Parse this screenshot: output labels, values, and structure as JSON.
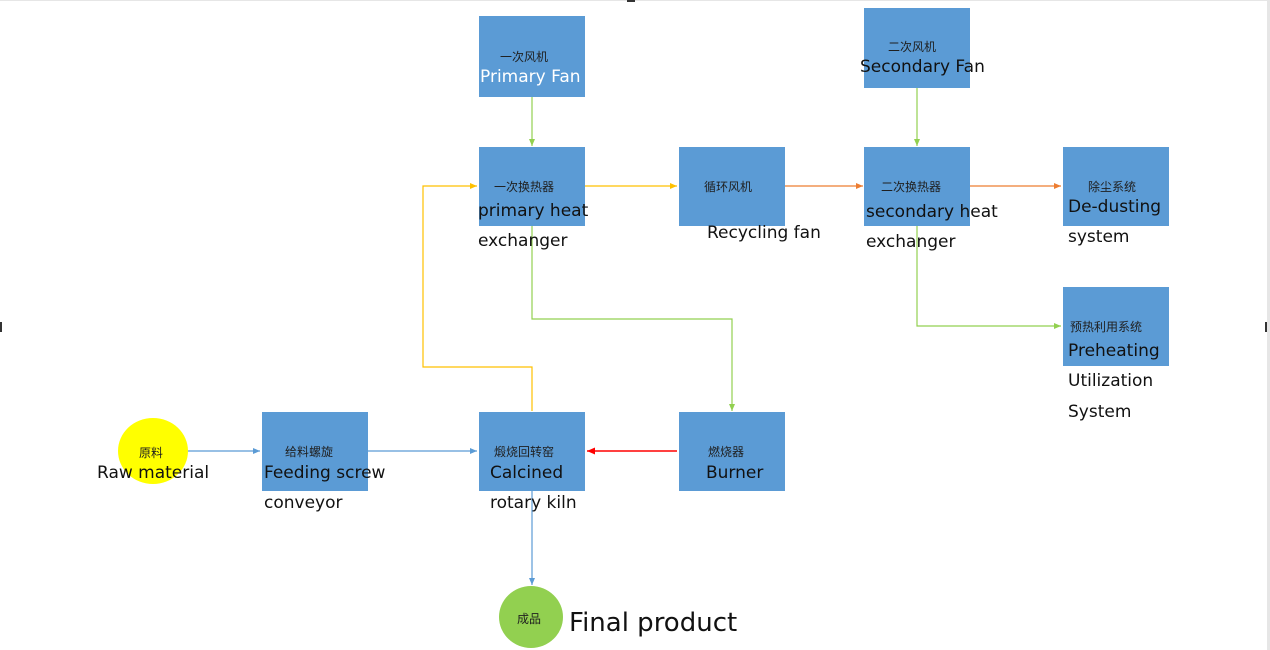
{
  "colors": {
    "box": "#5b9bd5",
    "raw": "#ffff00",
    "product": "#92d050",
    "arrow_green": "#92d050",
    "arrow_yellow": "#ffc000",
    "arrow_orange": "#ed7d31",
    "arrow_blue": "#5b9bd5",
    "arrow_red": "#ff0000"
  },
  "nodes": {
    "primary_fan": {
      "zh": "一次风机",
      "en": "Primary Fan"
    },
    "secondary_fan": {
      "zh": "二次风机",
      "en": "Secondary Fan"
    },
    "primary_hx": {
      "zh": "一次换热器",
      "en1": "primary heat",
      "en2": "exchanger"
    },
    "recycling_fan": {
      "zh": "循环风机",
      "en": "Recycling fan"
    },
    "secondary_hx": {
      "zh": "二次换热器",
      "en1": "secondary heat",
      "en2": "exchanger"
    },
    "dedusting": {
      "zh": "除尘系统",
      "en1": "De-dusting",
      "en2": "system"
    },
    "preheating": {
      "zh": "预热利用系统",
      "en1": "Preheating",
      "en2": "Utilization",
      "en3": "System"
    },
    "raw": {
      "zh": "原料",
      "en": "Raw material"
    },
    "feeding": {
      "zh": "给料螺旋",
      "en1": "Feeding screw",
      "en2": "conveyor"
    },
    "kiln": {
      "zh": "煅烧回转窑",
      "en1": "Calcined",
      "en2": "rotary kiln"
    },
    "burner": {
      "zh": "燃烧器",
      "en": "Burner"
    },
    "product": {
      "zh": "成品",
      "en": "Final product"
    }
  }
}
